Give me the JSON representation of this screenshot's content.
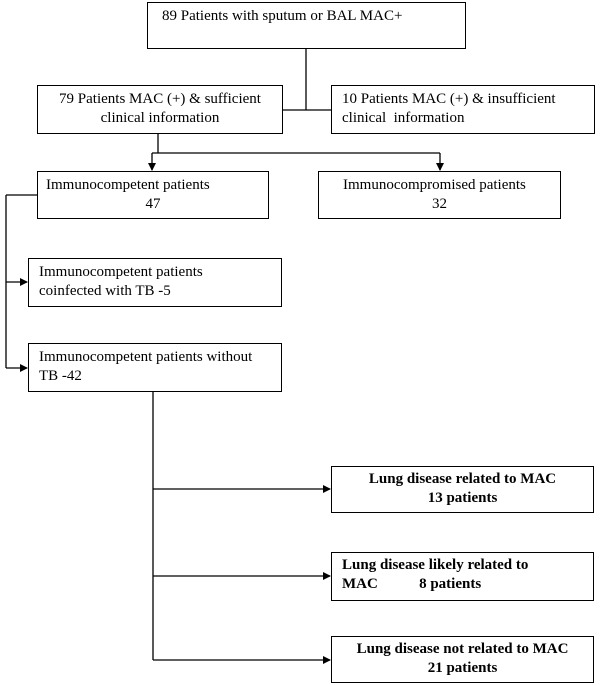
{
  "boxes": {
    "total": {
      "line1": "89 Patients with sputum or BAL MAC+"
    },
    "sufficient": {
      "line1": "79 Patients MAC (+) & sufficient",
      "line2": "clinical information"
    },
    "insufficient": {
      "line1": "10 Patients MAC (+) & insufficient",
      "line2": "clinical  information"
    },
    "immunocompetent": {
      "line1": "Immunocompetent patients",
      "line2": "47"
    },
    "immunocompromised": {
      "line1": "Immunocompromised patients",
      "line2": "32"
    },
    "coinfected": {
      "line1": "Immunocompetent patients",
      "line2": "coinfected with TB -5"
    },
    "without_tb": {
      "line1": "Immunocompetent patients without",
      "line2": "TB -42"
    },
    "related": {
      "line1": "Lung disease related to MAC",
      "line2": "13 patients"
    },
    "likely": {
      "line1": "Lung disease likely related to",
      "line2": "MAC           8 patients"
    },
    "not_related": {
      "line1": "Lung disease not related to MAC",
      "line2": "21 patients"
    }
  }
}
